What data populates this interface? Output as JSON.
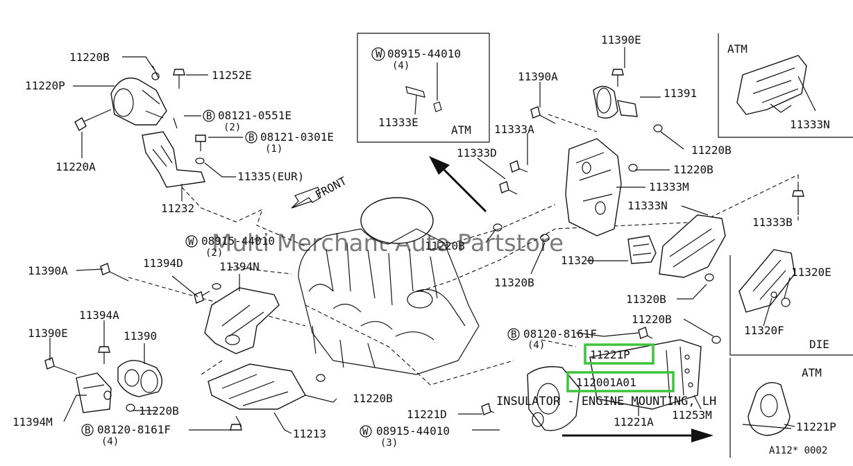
{
  "diagram": {
    "watermark": "Multi Merchant Auto Partstore",
    "front_label": "FRONT",
    "figure_code": "A112* 0002",
    "insets": [
      {
        "title": "ATM",
        "labels": [
          "08915-44010",
          "(4)",
          "11333E"
        ]
      },
      {
        "title": "ATM",
        "labels": [
          "11333N"
        ]
      },
      {
        "title": "DIE",
        "labels": [
          "11320E",
          "11320F"
        ]
      },
      {
        "title": "ATM",
        "labels": [
          "11221P"
        ]
      }
    ],
    "labels": {
      "p11220B_a": "11220B",
      "p11252E": "11252E",
      "p11220P_a": "11220P",
      "p08121_0551E": "08121-0551E",
      "q2_a": "(2)",
      "p08121_0301E": "08121-0301E",
      "q1_a": "(1)",
      "p11220A": "11220A",
      "p11335": "11335(EUR)",
      "p11232": "11232",
      "p11390E_top": "11390E",
      "p11390A_top": "11390A",
      "p11391": "11391",
      "p11333A": "11333A",
      "p11220B_b": "11220B",
      "p11333D": "11333D",
      "p11220B_c": "11220B",
      "p11333M": "11333M",
      "p11333N": "11333N",
      "p11333B": "11333B",
      "p11220B_d": "11220B",
      "p11320B_a": "11320B",
      "p11320": "11320",
      "p11320B_b": "11320B",
      "p08915_44010_a": "08915-44010",
      "q2_b": "(2)",
      "p11394D": "11394D",
      "p11394N": "11394N",
      "p11390A_left": "11390A",
      "p11394A": "11394A",
      "p11390E_left": "11390E",
      "p11390": "11390",
      "p11394M": "11394M",
      "p11220B_e": "11220B",
      "p08120_8161F_a": "08120-8161F",
      "q4_a": "(4)",
      "p11213": "11213",
      "p11220B_f": "11220B",
      "p11220B_g": "11220B",
      "p08120_8161F_b": "08120-8161F",
      "q4_b": "(4)",
      "p11221P": "11221P",
      "p112001A01": "112001A01",
      "p11221D": "11221D",
      "p08915_44010_b": "08915-44010",
      "q3": "(3)",
      "p11221A": "11221A",
      "p11253M": "11253M"
    },
    "tooltip": "INSULATOR - ENGINE MOUNTING, LH",
    "colors": {
      "highlight": "#3cc43c",
      "tooltip": "#1a6fd8"
    }
  }
}
